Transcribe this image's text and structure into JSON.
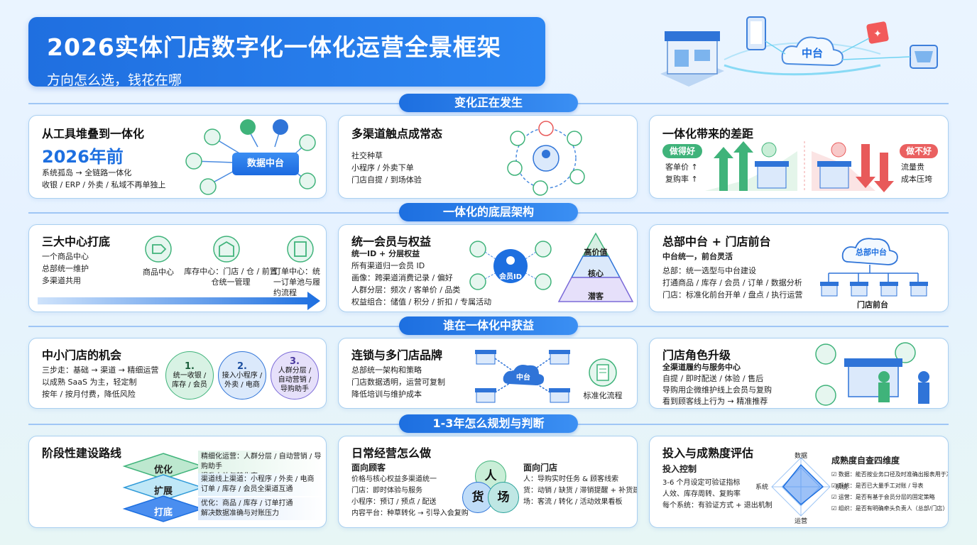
{
  "header": {
    "title": "2026实体门店数字化一体化运营全景框架",
    "subtitle": "方向怎么选，钱花在哪",
    "hub_label": "中台"
  },
  "sections": [
    "变化正在发生",
    "一体化的底层架构",
    "谁在一体化中获益",
    "1-3年怎么规划与判断"
  ],
  "row1": {
    "c1": {
      "title": "从工具堆叠到一体化",
      "year": "2026年前",
      "lines": [
        "系统孤岛 → 全链路一体化",
        "收银 / ERP / 外卖 / 私域不再单独上"
      ],
      "hub": "数据中台"
    },
    "c2": {
      "title": "多渠道触点成常态",
      "lines": [
        "社交种草",
        "小程序 / 外卖下单",
        "门店自提 / 到场体验"
      ]
    },
    "c3": {
      "title": "一体化带来的差距",
      "good_tag": "做得好",
      "good_lines": [
        "客单价 ↑",
        "复购率 ↑"
      ],
      "bad_tag": "做不好",
      "bad_lines": [
        "流量贵",
        "成本压垮"
      ]
    }
  },
  "row2": {
    "c1": {
      "title": "三大中心打底",
      "lines": [
        "一个商品中心",
        "总部统一维护",
        "多渠道共用"
      ],
      "items": [
        "商品中心",
        "库存中心：门店 / 仓 / 前置仓统一管理",
        "订单中心：统一订单池与履约流程"
      ]
    },
    "c2": {
      "title": "统一会员与权益",
      "lines": [
        "统一ID + 分层权益",
        "所有渠道归一会员 ID",
        "画像：跨渠道消费记录 / 偏好",
        "人群分层：频次 / 客单价 / 品类",
        "权益组合：储值 / 积分 / 折扣 / 专属活动"
      ],
      "center": "会员ID",
      "pyramid": [
        "高价值",
        "核心",
        "潜客"
      ]
    },
    "c3": {
      "title": "总部中台 + 门店前台",
      "lines": [
        "中台统一，前台灵活",
        "总部：统一选型与中台建设",
        "打通商品 / 库存 / 会员 / 订单 / 数据分析",
        "门店：标准化前台开单 / 盘点 / 执行运营"
      ],
      "hub": "总部中台",
      "stores": "门店前台"
    }
  },
  "row3": {
    "c1": {
      "title": "中小门店的机会",
      "lines": [
        "三步走：基础 → 渠道 → 精细运营",
        "以成熟 SaaS 为主，轻定制",
        "按年 / 按月付费，降低风险"
      ],
      "steps": [
        {
          "num": "1.",
          "text": "统一收银 / 库存 / 会员"
        },
        {
          "num": "2.",
          "text": "接入小程序 / 外卖 / 电商"
        },
        {
          "num": "3.",
          "text": "人群分层 / 自动营销 / 导购助手"
        }
      ]
    },
    "c2": {
      "title": "连锁与多门店品牌",
      "lines": [
        "总部统一架构和策略",
        "门店数据透明，运营可复制",
        "降低培训与维护成本"
      ],
      "hub": "中台",
      "doc": "标准化流程"
    },
    "c3": {
      "title": "门店角色升级",
      "lines": [
        "全渠道履约与服务中心",
        "自提 / 即时配送 / 体验 / 售后",
        "导购用企微维护线上会员与复购",
        "看到顾客线上行为 → 精准推荐"
      ]
    }
  },
  "row4": {
    "c1": {
      "title": "阶段性建设路线",
      "layers": [
        "优化",
        "扩展",
        "打底"
      ],
      "notes": [
        "精细化运营：人群分层 / 自动营销 / 导购助手\n提升人效与转化率",
        "渠道线上渠道：小程序 / 外卖 / 电商\n订单 / 库存 / 会员全渠道互通",
        "优化：商品 / 库存 / 订单打通\n解决数据准确与对账压力"
      ]
    },
    "c2": {
      "title": "日常经营怎么做",
      "left_head": "面向顾客",
      "left_lines": [
        "价格与核心权益多渠道统一",
        "门店：即时体验与服务",
        "小程序：预订 / 预点 / 配送",
        "内容平台：种草转化 → 引导入会复购"
      ],
      "trio": [
        "人",
        "货",
        "场"
      ],
      "right_head": "面向门店",
      "right_lines": [
        "人：导购实时任务 & 顾客线索",
        "货：动销 / 缺货 / 滞销提醒 + 补货建议",
        "场：客流 / 转化 / 活动效果看板"
      ]
    },
    "c3": {
      "title": "投入与成熟度评估",
      "sub": "投入控制",
      "lines": [
        "3-6 个月设定可验证指标",
        "人效、库存周转、复购率",
        "每个系统：有验证方式 + 退出机制"
      ],
      "radar": [
        "数据",
        "系统",
        "系统",
        "运营"
      ],
      "dim_title": "成熟度自查四维度",
      "checks": [
        "数据：能否按业务口径及时准确出报表用于决策",
        "系统：是否已大量手工对账 / 导表",
        "运营：是否有基于会员分层的固定策略",
        "组织：是否有明确牵头负责人（总部/门店）"
      ]
    }
  }
}
